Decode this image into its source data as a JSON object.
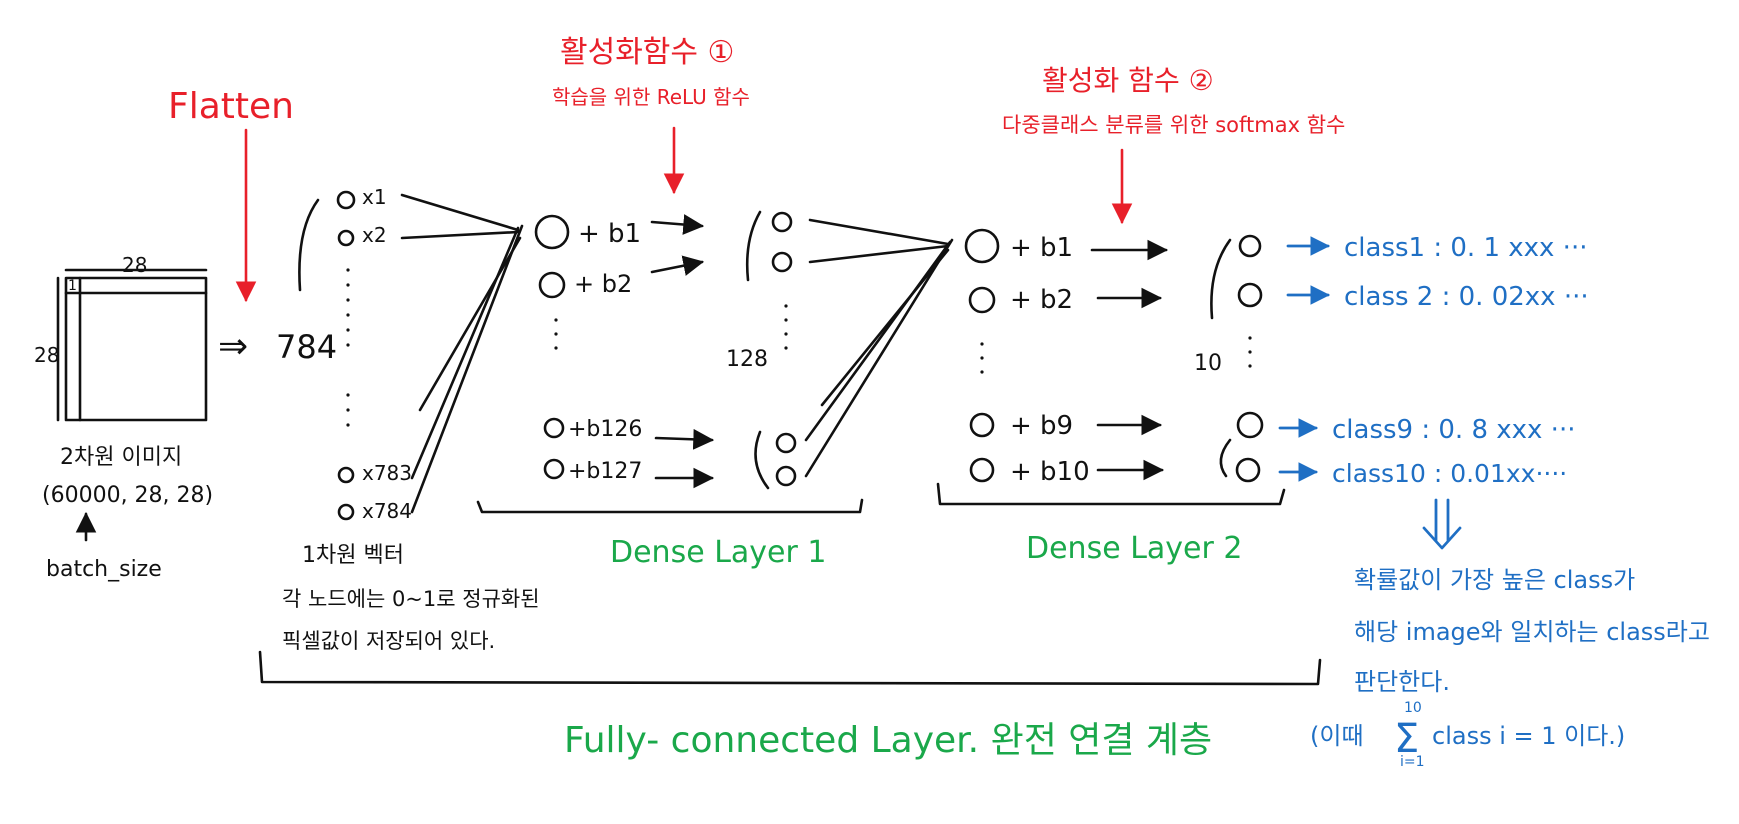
{
  "annotations": {
    "flatten": "Flatten",
    "act1_title": "활성화함수 ①",
    "act1_sub": "학습을 위한 ReLU 함수",
    "act2_title": "활성화 함수 ②",
    "act2_sub": "다중클래스 분류를 위한 softmax 함수"
  },
  "input": {
    "width_label": "28",
    "height_label": "28",
    "corner_label": "1",
    "name": "2차원 이미지",
    "shape": "(60000, 28, 28)",
    "batch_label": "batch_size",
    "arrow_glyph": "⇒"
  },
  "flatten_vec": {
    "size": "784",
    "nodes": [
      "x1",
      "x2",
      "x783",
      "x784"
    ],
    "caption_1": "1차원 벡터",
    "caption_2": "각 노드에는 0~1로 정규화된",
    "caption_3": "픽셀값이 저장되어 있다."
  },
  "dense1": {
    "terms": [
      "+ b1",
      "+ b2",
      "+b126",
      "+b127"
    ],
    "out_size": "128",
    "label": "Dense  Layer 1"
  },
  "dense2": {
    "terms": [
      "+ b1",
      "+ b2",
      "+ b9",
      "+ b10"
    ],
    "out_size": "10",
    "label": "Dense  Layer 2"
  },
  "outputs": [
    {
      "text": "class1 : 0. 1 xxx ···"
    },
    {
      "text": "class 2 : 0. 02xx ···"
    },
    {
      "text": "class9 : 0. 8 xxx ···"
    },
    {
      "text": "class10 : 0.01xx····"
    }
  ],
  "conclusion": {
    "line1": "확률값이 가장 높은 class가",
    "line2": "해당 image와 일치하는 class라고",
    "line3": "판단한다.",
    "formula_pre": "(이때",
    "sigma": "Σ",
    "sigma_top": "10",
    "sigma_bottom": "i=1",
    "formula_post": "class i = 1 이다.)"
  },
  "fc_label": "Fully- connected  Layer. 완전 연결 계층",
  "colors": {
    "annotation": "#e8202a",
    "layer_label": "#1aa84a",
    "output": "#1f6fc4",
    "ink": "#111111"
  }
}
